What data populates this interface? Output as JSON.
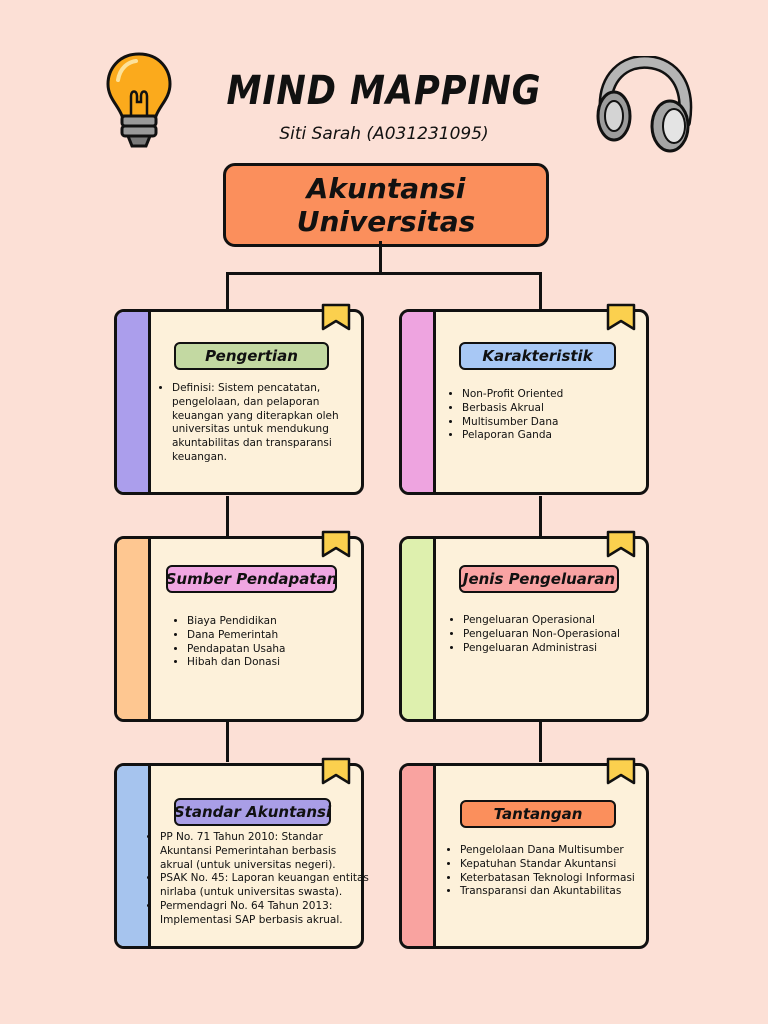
{
  "header": {
    "title": "MIND MAPPING",
    "subtitle": "Siti Sarah (A031231095)"
  },
  "root": {
    "label": "Akuntansi\nUniversitas",
    "color": "#fb8f5c"
  },
  "cards": [
    {
      "title": "Pengertian",
      "strip_color": "#ab9eec",
      "tag_color": "#c3d9a2",
      "items": [
        "Definisi: Sistem pencatatan, pengelolaan, dan pelaporan keuangan yang diterapkan oleh universitas untuk mendukung akuntabilitas dan transparansi keuangan."
      ]
    },
    {
      "title": "Karakteristik",
      "strip_color": "#eea4e0",
      "tag_color": "#a8c8f5",
      "items": [
        "Non-Profit Oriented",
        "Berbasis Akrual",
        "Multisumber Dana",
        "Pelaporan Ganda"
      ]
    },
    {
      "title": "Sumber Pendapatan",
      "strip_color": "#fec791",
      "tag_color": "#f0a6e2",
      "items": [
        "Biaya Pendidikan",
        "Dana Pemerintah",
        "Pendapatan Usaha",
        "Hibah dan Donasi"
      ]
    },
    {
      "title": "Jenis Pengeluaran",
      "strip_color": "#def0ae",
      "tag_color": "#f9a3a3",
      "items": [
        "Pengeluaran Operasional",
        "Pengeluaran Non-Operasional",
        "Pengeluaran Administrasi"
      ]
    },
    {
      "title": "Standar Akuntansi",
      "strip_color": "#a6c4ee",
      "tag_color": "#a99ee6",
      "items": [
        "PP No. 71 Tahun 2010: Standar Akuntansi Pemerintahan berbasis akrual (untuk universitas negeri).",
        "PSAK No. 45: Laporan keuangan entitas nirlaba (untuk universitas swasta).",
        "Permendagri No. 64 Tahun 2013: Implementasi SAP berbasis akrual."
      ]
    },
    {
      "title": "Tantangan",
      "strip_color": "#f9a3a0",
      "tag_color": "#fb8f5c",
      "items": [
        "Pengelolaan Dana Multisumber",
        "Kepatuhan Standar Akuntansi",
        "Keterbatasan Teknologi Informasi",
        "Transparansi dan Akuntabilitas"
      ]
    }
  ],
  "icons": [
    "lightbulb-icon",
    "headphones-icon",
    "bookmark-icon"
  ]
}
